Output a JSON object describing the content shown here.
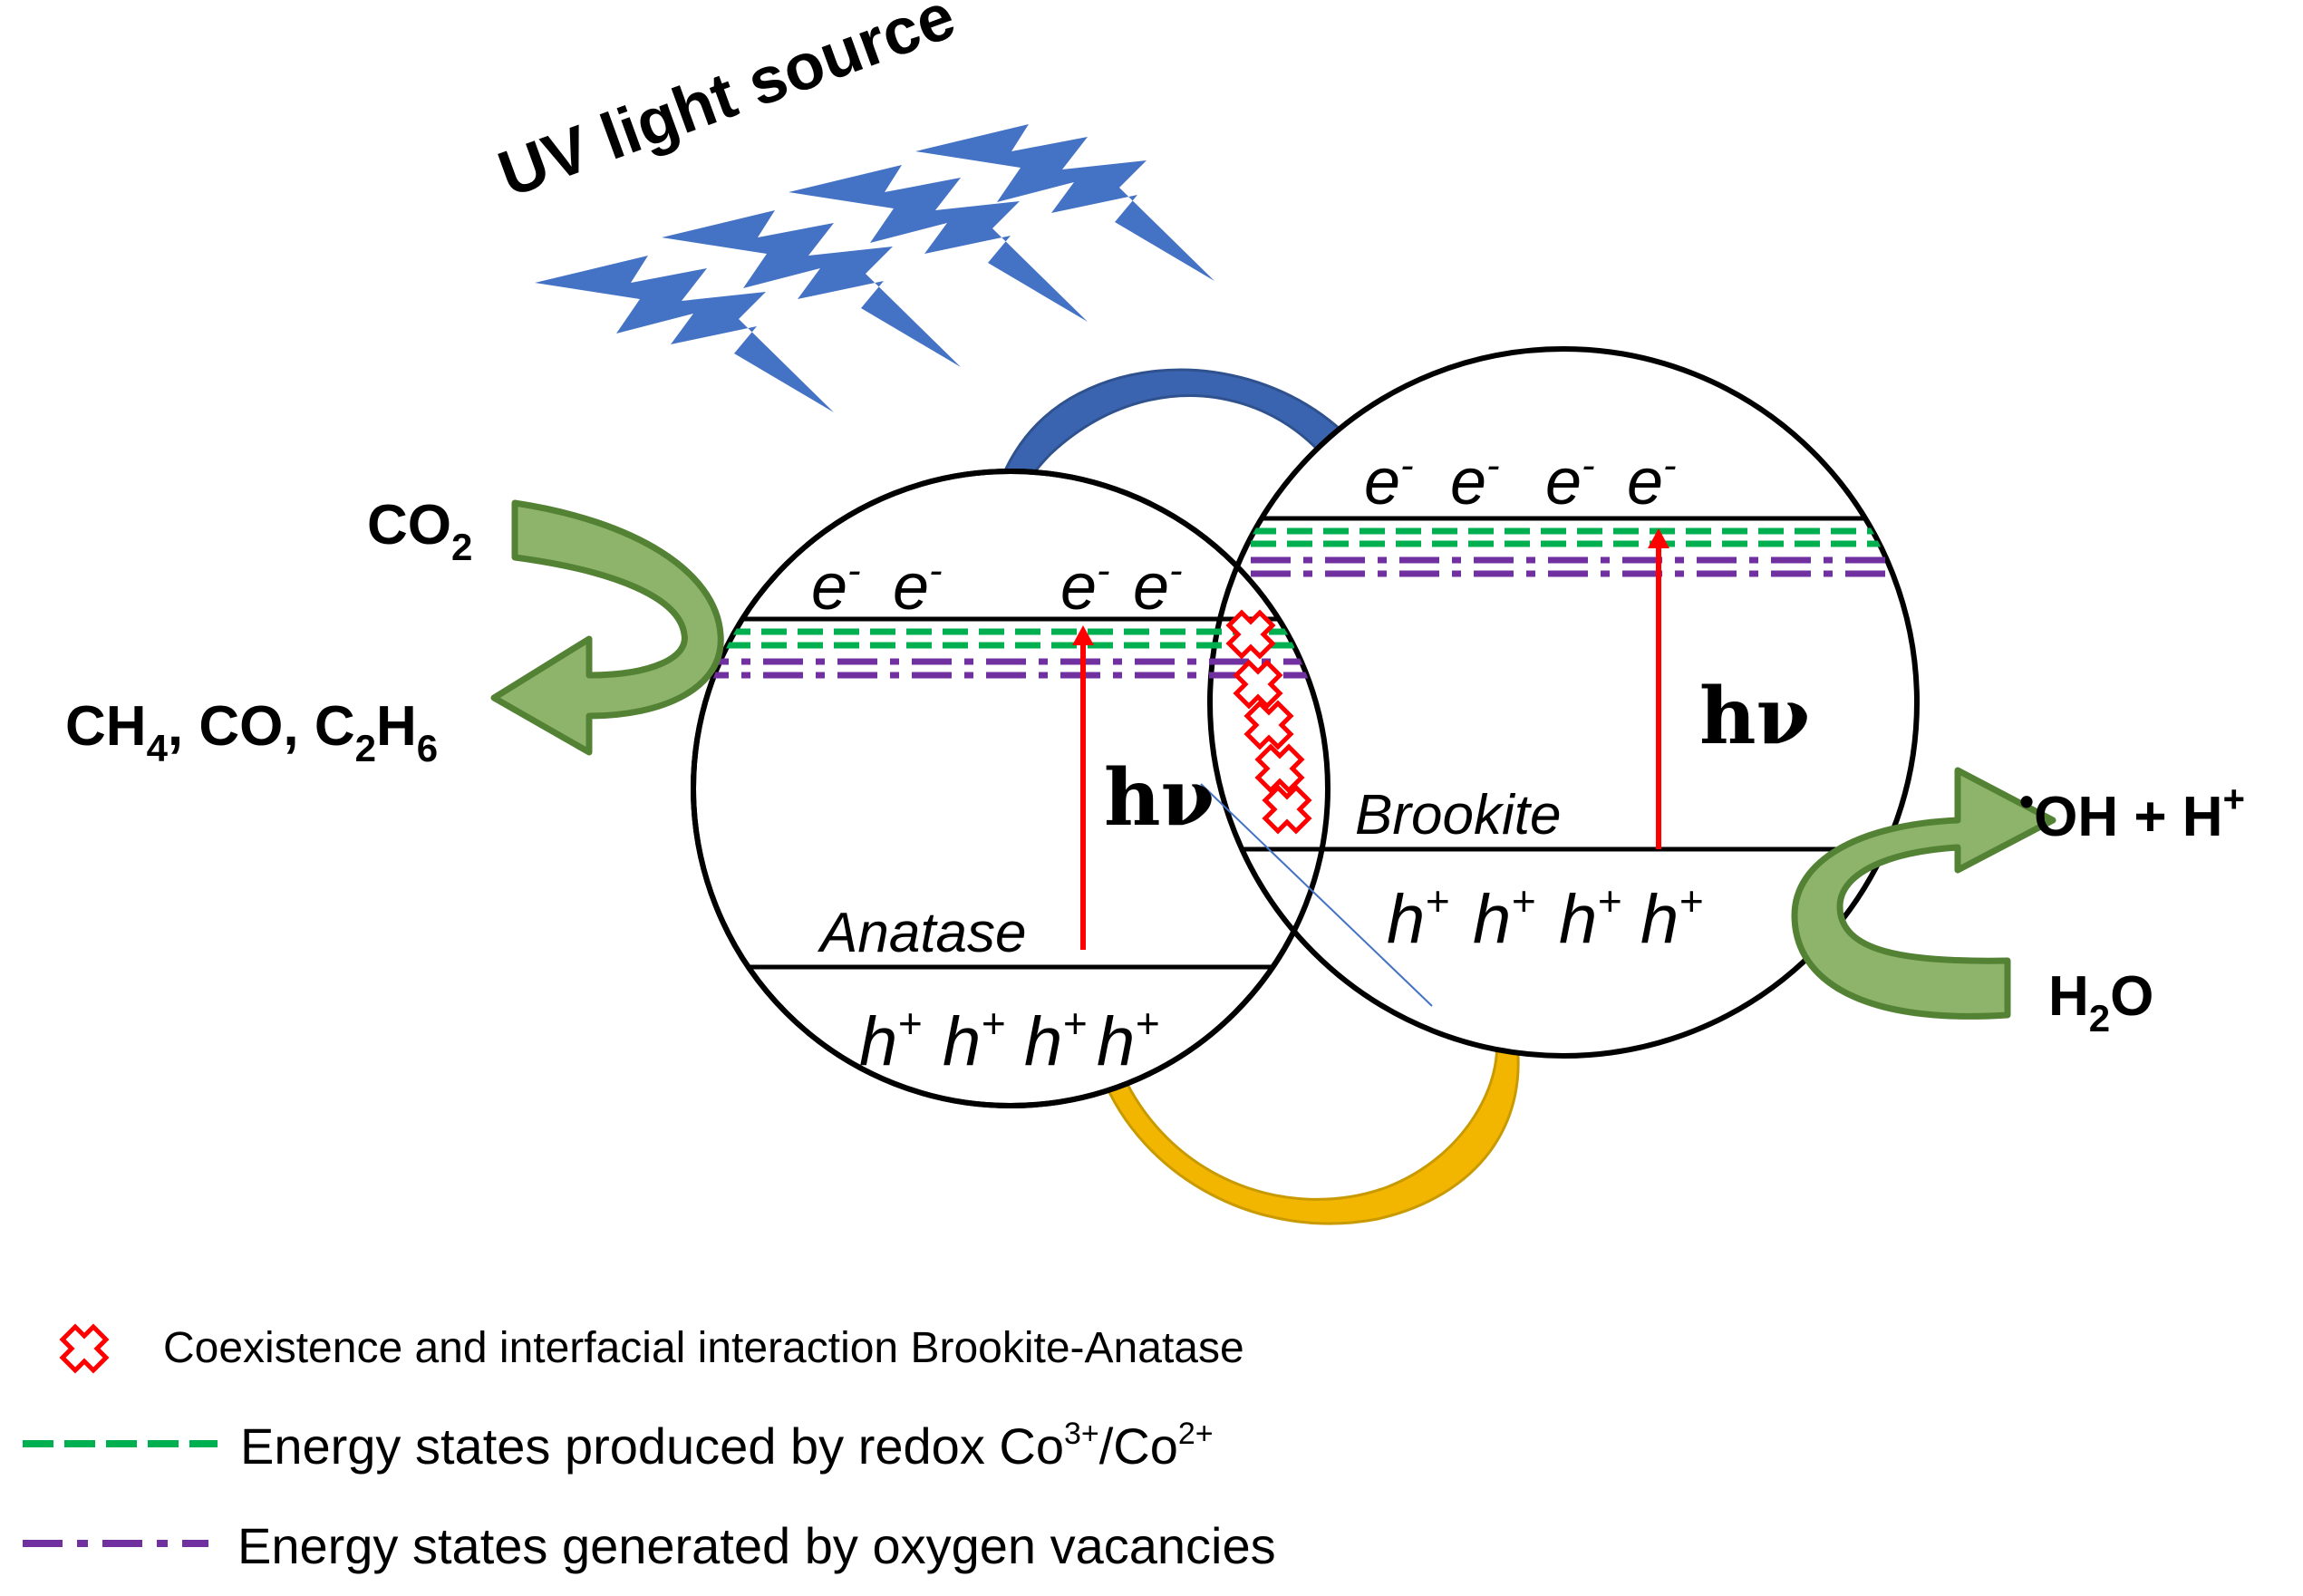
{
  "title": "UV light source",
  "colors": {
    "lightning": "#4472c4",
    "electron_arrow": "#3b64b0",
    "hole_arrow": "#f2b600",
    "green_arrow_fill": "#8db46a",
    "green_arrow_stroke": "#548235",
    "excitation": "#ff0000",
    "redox_states": "#00b050",
    "vacancy_states": "#7030a0",
    "interface_marker": "#ff0000"
  },
  "anatase": {
    "label": "Anatase",
    "electrons": [
      "e",
      "e",
      "e",
      "e"
    ],
    "electron_sup": "-",
    "holes": [
      "h",
      "h",
      "h",
      "h"
    ],
    "hole_sup": "+",
    "photon": "hν"
  },
  "brookite": {
    "label": "Brookite",
    "electrons": [
      "e",
      "e",
      "e",
      "e"
    ],
    "electron_sup": "-",
    "holes": [
      "h",
      "h",
      "h",
      "h"
    ],
    "hole_sup": "+",
    "photon": "hν"
  },
  "reduction": {
    "reactant": "CO",
    "reactant_sub": "2",
    "products": [
      {
        "base": "CH",
        "sub": "4",
        "tail": ", "
      },
      {
        "base": "CO",
        "sub": "",
        "tail": ", "
      },
      {
        "base": "C",
        "sub": "2",
        "tail": ""
      },
      {
        "base": "H",
        "sub": "6",
        "tail": ""
      }
    ]
  },
  "oxidation": {
    "reactant": "H",
    "reactant_sub": "2",
    "reactant_tail": "O",
    "product_dot": "•",
    "product_main": "OH + H",
    "product_sup": "+"
  },
  "legend": {
    "interface": "Coexistence and interfacial interaction Brookite-Anatase",
    "redox_text": "Energy states produced by redox Co",
    "redox_sup1": "3+",
    "redox_mid": "/Co",
    "redox_sup2": "2+",
    "vacancy": "Energy states generated by oxygen vacancies"
  },
  "icons": {
    "lightning": "lightning-bolt-icon",
    "interface": "cross-marker-icon",
    "redox": "dashed-line-icon",
    "vacancy": "dash-dot-line-icon"
  }
}
